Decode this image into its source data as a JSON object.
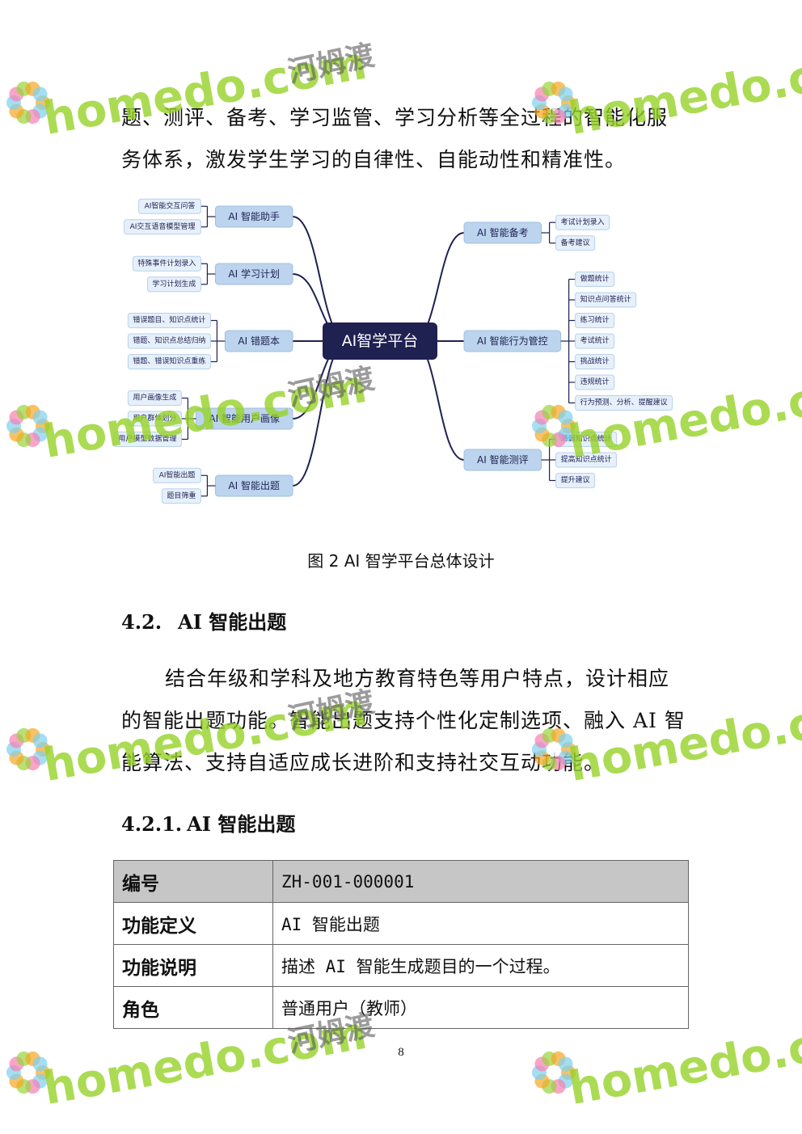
{
  "intro_text": "题、测评、备考、学习监管、学习分析等全过程的智能化服务体系，激发学生学习的自律性、自能动性和精准性。",
  "mindmap": {
    "center": "AI智学平台",
    "colors": {
      "center_bg": "#1f2151",
      "branch_bg": "#bcd4ee",
      "leaf_bg": "#e6f0fb",
      "line": "#1f2151"
    },
    "left": [
      {
        "label": "AI 智能助手",
        "leaves": [
          "AI智能交互问答",
          "AI交互语音模型管理"
        ]
      },
      {
        "label": "AI 学习计划",
        "leaves": [
          "特殊事件计划录入",
          "学习计划生成"
        ]
      },
      {
        "label": "AI 错题本",
        "leaves": [
          "错误题目、知识点统计",
          "错题、知识点总结归纳",
          "错题、错误知识点重练"
        ]
      },
      {
        "label": "AI 智能用户画像",
        "leaves": [
          "用户画像生成",
          "用户群体划分",
          "用户模型数据管理"
        ]
      },
      {
        "label": "AI 智能出题",
        "leaves": [
          "AI智能出题",
          "题目筛重"
        ]
      }
    ],
    "right": [
      {
        "label": "AI 智能备考",
        "leaves": [
          "考试计划录入",
          "备考建议"
        ]
      },
      {
        "label": "AI 智能行为管控",
        "leaves": [
          "做题统计",
          "知识点问答统计",
          "练习统计",
          "考试统计",
          "挑战统计",
          "违规统计",
          "行为预测、分析、提醒建议"
        ]
      },
      {
        "label": "AI 智能测评",
        "leaves": [
          "薄弱知识点统计",
          "提高知识点统计",
          "提升建议"
        ]
      }
    ]
  },
  "figure_caption": "图  2 AI 智学平台总体设计",
  "section_42": {
    "number": "4.2.",
    "title": "AI 智能出题"
  },
  "section_42_text": "结合年级和学科及地方教育特色等用户特点，设计相应的智能出题功能。智能出题支持个性化定制选项、融入 AI 智能算法、支持自适应成长进阶和支持社交互动功能。",
  "section_421": {
    "number": "4.2.1.",
    "title": "AI 智能出题"
  },
  "spec_table": [
    {
      "key": "编号",
      "value": "ZH-001-000001"
    },
    {
      "key": "功能定义",
      "value": "AI 智能出题"
    },
    {
      "key": "功能说明",
      "value": "描述 AI 智能生成题目的一个过程。"
    },
    {
      "key": "角色",
      "value": "普通用户（教师）"
    }
  ],
  "page_number": "8",
  "watermark": {
    "text": "homedo.com",
    "cn_text": "河姆渡",
    "color": "#96d228"
  }
}
